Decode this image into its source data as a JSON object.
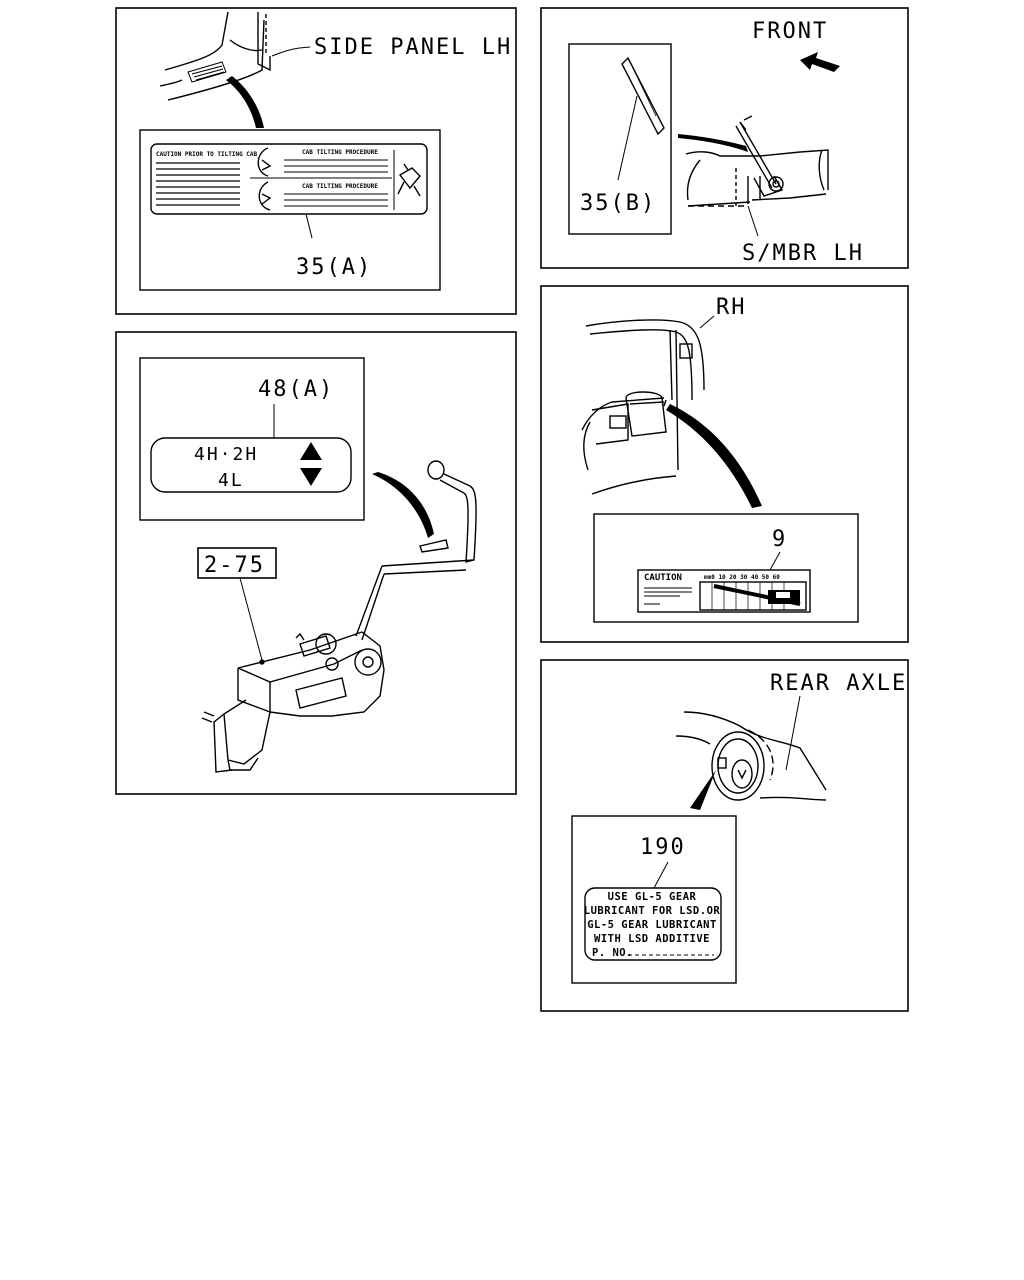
{
  "panels": {
    "side_panel": {
      "callout": "SIDE PANEL LH",
      "part": "35(A)",
      "decal_header": "CAUTION PRIOR TO TILTING CAB",
      "decal_title_1": "CAB TILTING PROCEDURE",
      "decal_title_2": "CAB TILTING PROCEDURE"
    },
    "front_member": {
      "direction": "FRONT",
      "part": "35(B)",
      "callout": "S/MBR LH"
    },
    "transfer_lever": {
      "part": "48(A)",
      "label_line_1": "4H·2H",
      "label_line_2": "4L",
      "ref": "2-75"
    },
    "rh_side": {
      "callout": "RH",
      "part": "9",
      "decal_header": "CAUTION",
      "decal_scale": "mm0 10 20 30 40 50 60"
    },
    "rear_axle": {
      "callout": "REAR AXLE",
      "part": "190",
      "label_lines": [
        "USE GL-5 GEAR",
        "LUBRICANT FOR LSD.OR",
        "GL-5 GEAR LUBRICANT",
        "WITH LSD ADDITIVE",
        "P. NO."
      ]
    }
  },
  "colors": {
    "ink": "#000000",
    "paper": "#ffffff"
  }
}
